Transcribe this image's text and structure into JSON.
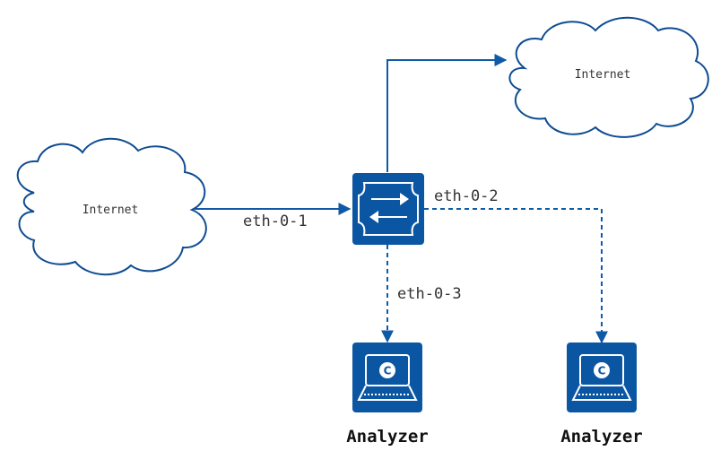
{
  "clouds": {
    "left": {
      "label": "Internet"
    },
    "top_right": {
      "label": "Internet"
    }
  },
  "ports": {
    "eth1": "eth-0-1",
    "eth2": "eth-0-2",
    "eth3": "eth-0-3"
  },
  "analyzers": {
    "left": {
      "label": "Analyzer",
      "glyph": "C"
    },
    "right": {
      "label": "Analyzer",
      "glyph": "C"
    }
  },
  "colors": {
    "primary": "#0b56a3",
    "cloud_outline": "#0e4c92"
  },
  "icons": {
    "switch": "switch-icon",
    "analyzer": "laptop-icon",
    "cloud": "cloud-icon"
  }
}
